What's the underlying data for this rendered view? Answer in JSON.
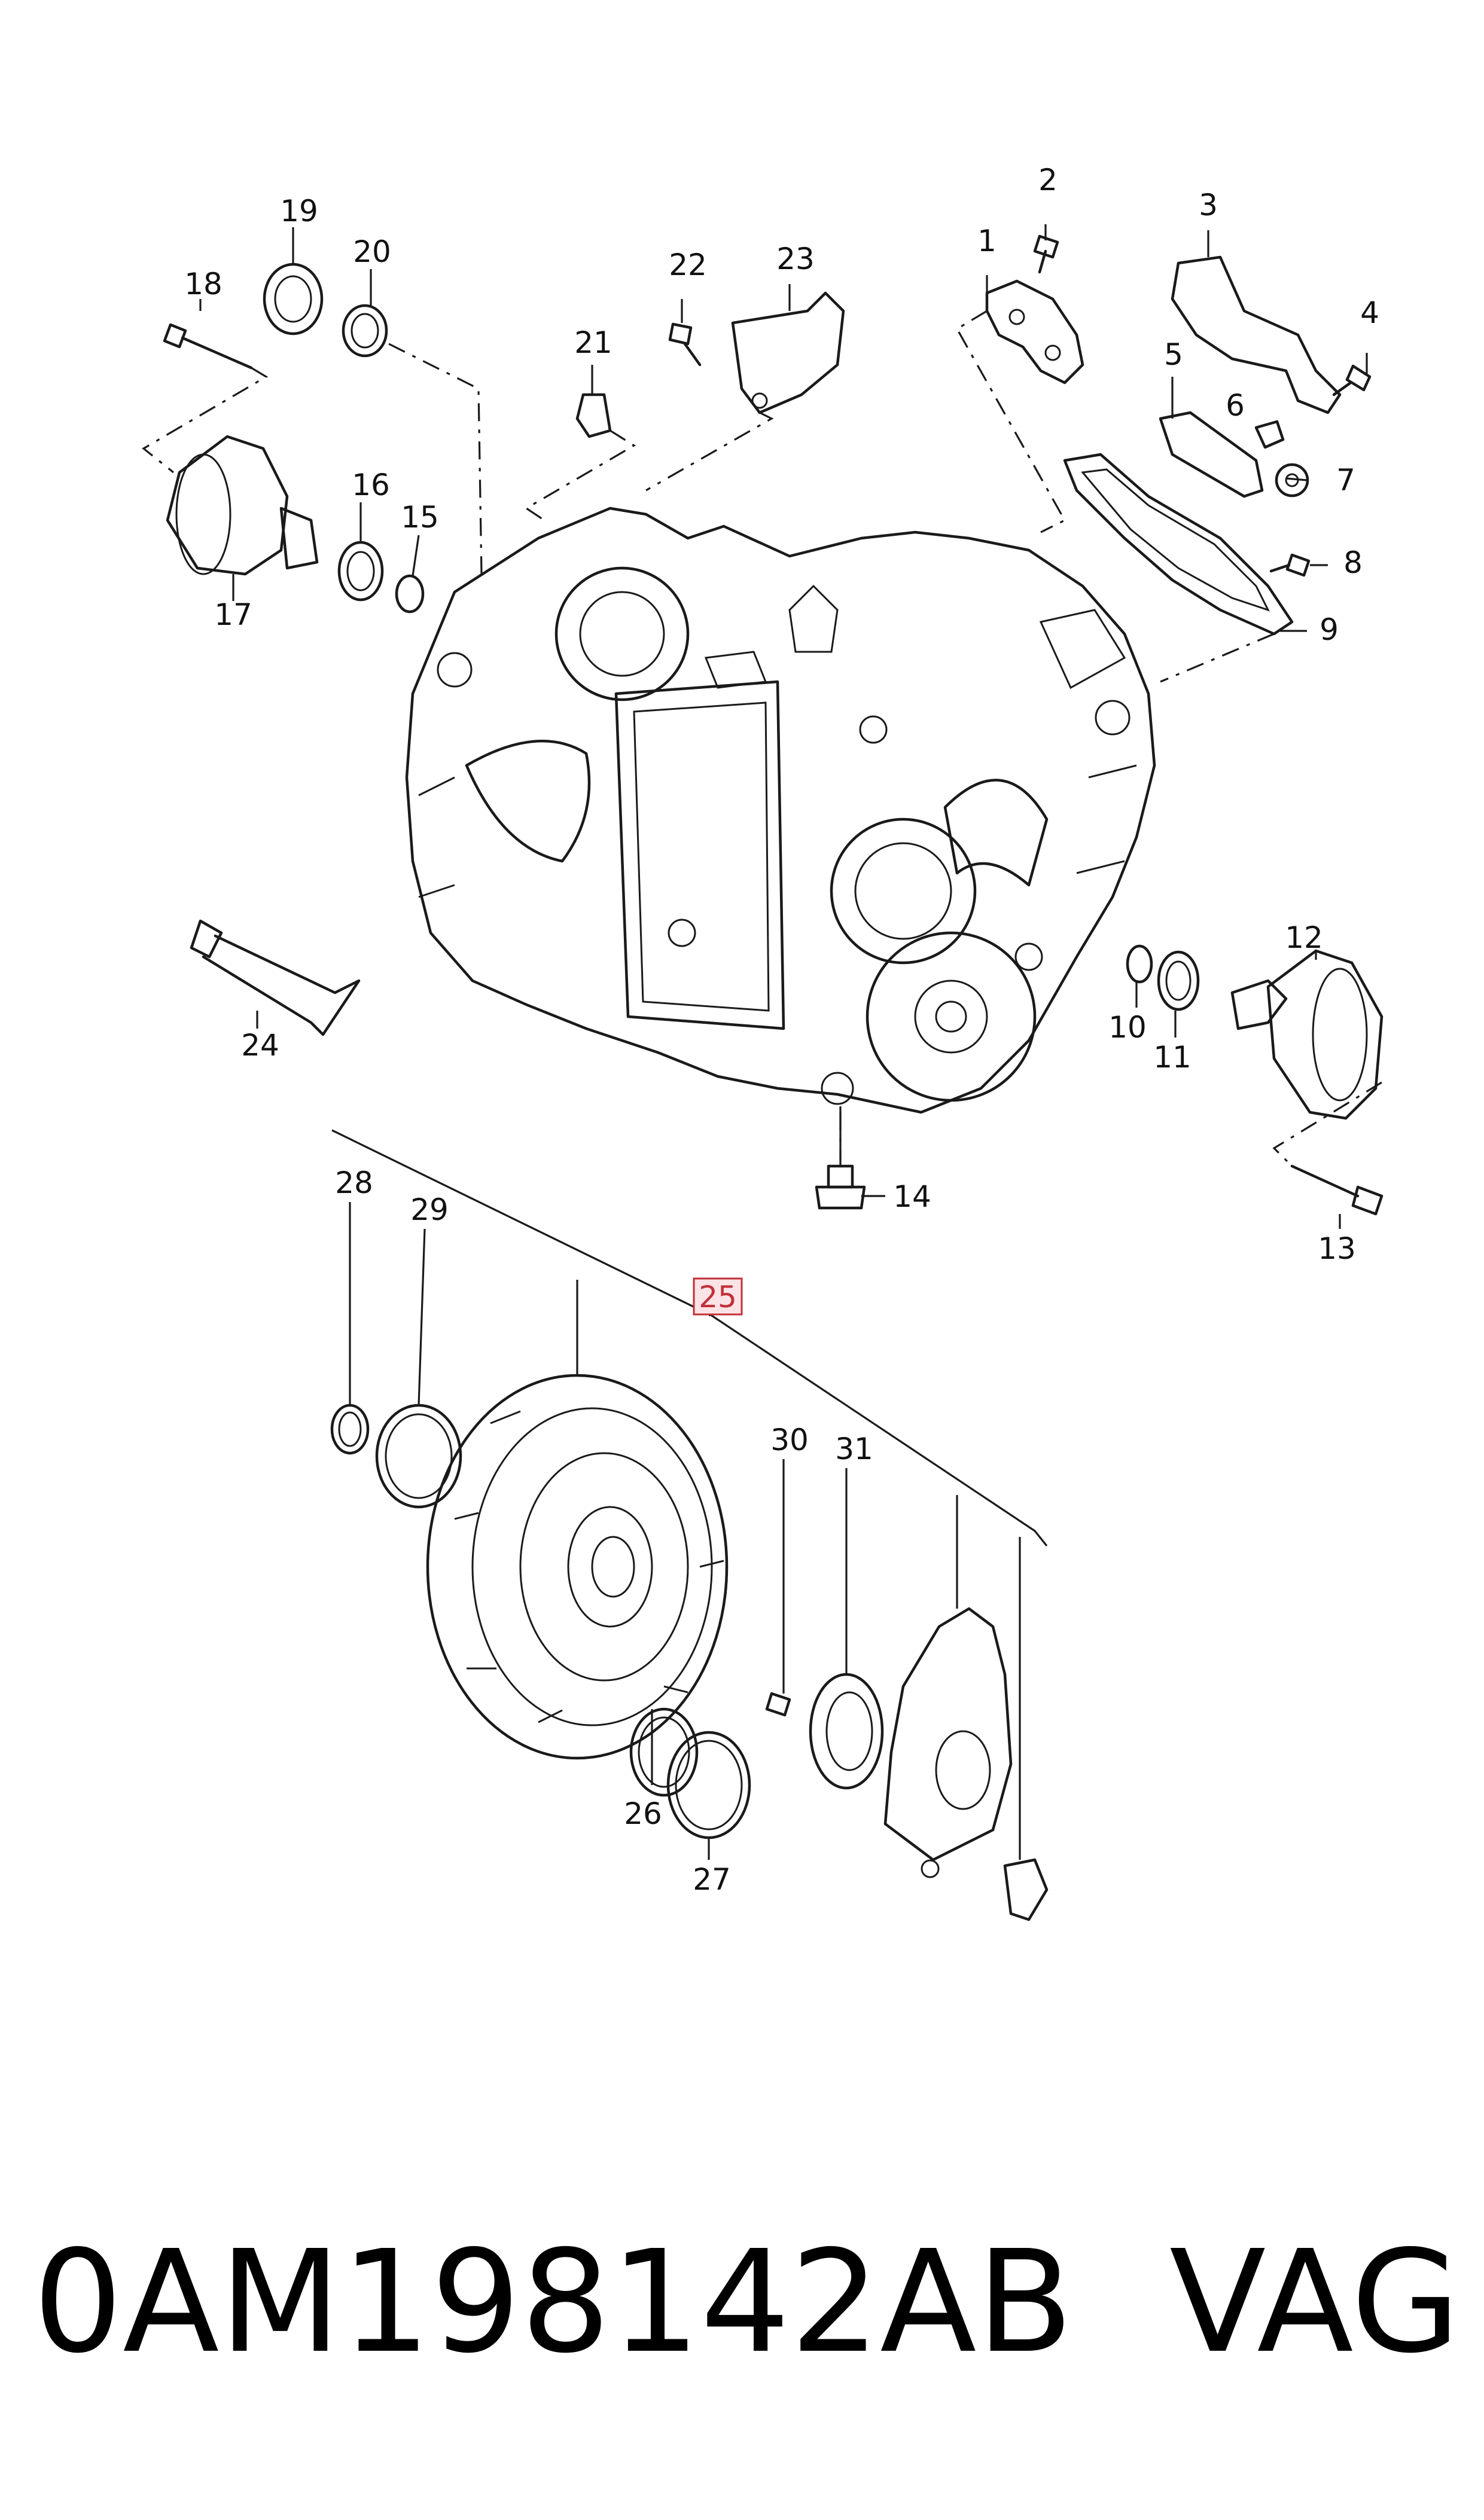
{
  "diagram": {
    "callouts": [
      {
        "id": "1",
        "text": "1"
      },
      {
        "id": "2",
        "text": "2"
      },
      {
        "id": "3",
        "text": "3"
      },
      {
        "id": "4",
        "text": "4"
      },
      {
        "id": "5",
        "text": "5"
      },
      {
        "id": "6",
        "text": "6"
      },
      {
        "id": "7",
        "text": "7"
      },
      {
        "id": "8",
        "text": "8"
      },
      {
        "id": "9",
        "text": "9"
      },
      {
        "id": "10",
        "text": "10"
      },
      {
        "id": "11",
        "text": "11"
      },
      {
        "id": "12",
        "text": "12"
      },
      {
        "id": "13",
        "text": "13"
      },
      {
        "id": "14",
        "text": "14"
      },
      {
        "id": "16",
        "text": "16"
      },
      {
        "id": "15",
        "text": "15"
      },
      {
        "id": "17",
        "text": "17"
      },
      {
        "id": "18",
        "text": "18"
      },
      {
        "id": "19",
        "text": "19"
      },
      {
        "id": "20",
        "text": "20"
      },
      {
        "id": "21",
        "text": "21"
      },
      {
        "id": "22",
        "text": "22"
      },
      {
        "id": "23",
        "text": "23"
      },
      {
        "id": "24",
        "text": "24"
      },
      {
        "id": "25",
        "text": "25",
        "highlighted": true
      },
      {
        "id": "26",
        "text": "26"
      },
      {
        "id": "27",
        "text": "27"
      },
      {
        "id": "28",
        "text": "28"
      },
      {
        "id": "29",
        "text": "29"
      },
      {
        "id": "30",
        "text": "30"
      },
      {
        "id": "31",
        "text": "31"
      }
    ],
    "highlight_color": "#c0303a",
    "highlight_fill": "#fbe3e6",
    "line_color": "#1a1a1a"
  },
  "footer": {
    "part_number": "0AM198142AB",
    "brand": "VAG"
  }
}
